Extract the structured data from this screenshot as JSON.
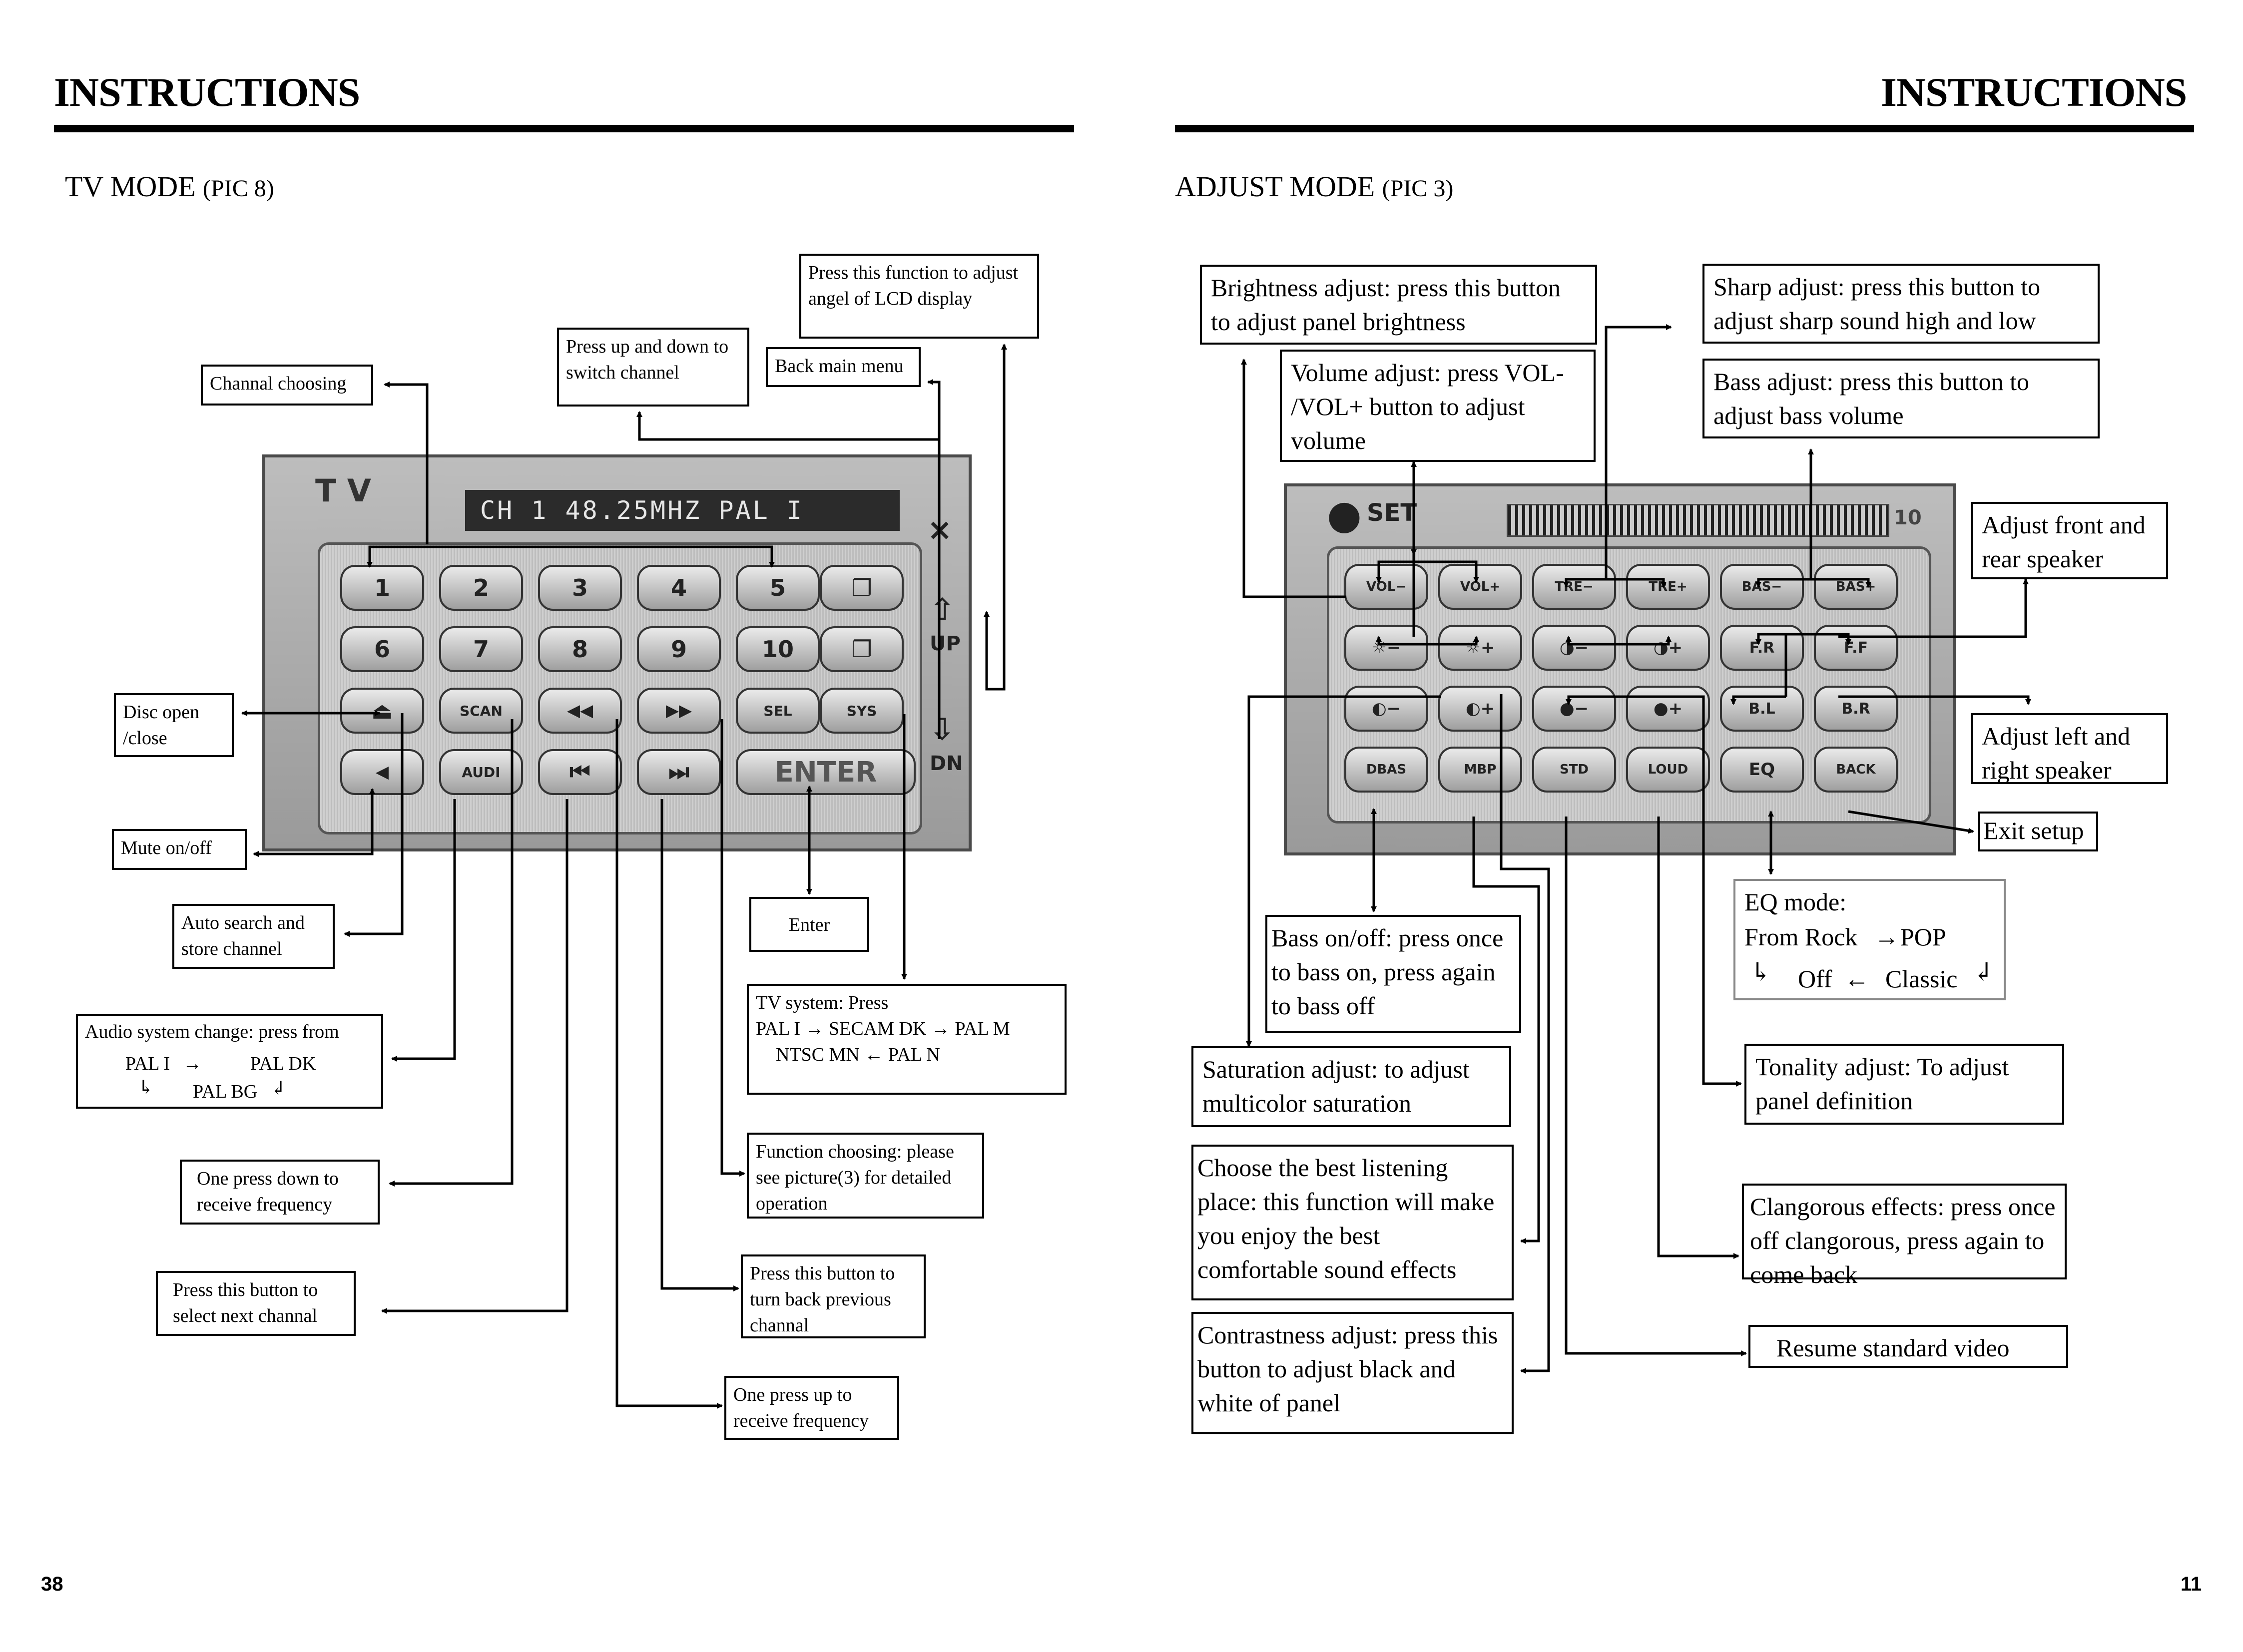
{
  "left_page": {
    "heading": "INSTRUCTIONS",
    "section_title": "TV MODE",
    "section_pic": "(PIC 8)",
    "page_number": "38",
    "screen": {
      "mode_label": "T V",
      "display": "CH  1  48.25MHZ   PAL  I",
      "row1": [
        "1",
        "2",
        "3",
        "4",
        "5",
        "❐"
      ],
      "row2": [
        "6",
        "7",
        "8",
        "9",
        "10",
        "❐"
      ],
      "row3": [
        "⏏",
        "SCAN",
        "◀◀",
        "▶▶",
        "SEL",
        "SYS"
      ],
      "row4": [
        "◀",
        "AUDI",
        "⏮",
        "⏭"
      ],
      "enter": "ENTER",
      "side_up": "UP",
      "side_dn": "DN"
    },
    "callouts": {
      "angle": "Press this function to adjust angel of LCD display",
      "updown": "Press up and down to switch channel",
      "back_main": "Back main menu",
      "channal_choosing": "Channal choosing",
      "disc": "Disc open /close",
      "mute": "Mute on/off",
      "auto_search": "Auto search and store channel",
      "audio_system": "Audio system change: press from",
      "audio_pal_i": "PAL I",
      "audio_pal_dk": "PAL DK",
      "audio_pal_bg": "PAL BG",
      "one_press_down": "One press down to receive frequency",
      "next_channal": "Press this button to select next channal",
      "enter": "Enter",
      "tv_system": "TV system: Press",
      "tv_sys_line1": "PAL I → SECAM DK → PAL M",
      "tv_sys_line2": "NTSC MN ← PAL N",
      "function_choosing": "Function choosing: please see picture(3) for detailed operation",
      "previous_channal": "Press this button to turn back previous channal",
      "one_press_up": "One press up to receive frequency"
    }
  },
  "right_page": {
    "heading": "INSTRUCTIONS",
    "section_title": "ADJUST MODE",
    "section_pic": "(PIC 3)",
    "page_number": "11",
    "screen": {
      "set_label": "SET",
      "level": "10",
      "row1": [
        "VOL−",
        "VOL+",
        "TRE−",
        "TRE+",
        "BAS−",
        "BAS+"
      ],
      "row2": [
        "☼−",
        "☼+",
        "◑−",
        "◑+",
        "F.R",
        "F.F"
      ],
      "row3": [
        "◐−",
        "◐+",
        "●−",
        "●+",
        "B.L",
        "B.R"
      ],
      "row4": [
        "DBAS",
        "MBP",
        "STD",
        "LOUD",
        "EQ",
        "BACK"
      ]
    },
    "callouts": {
      "brightness": "Brightness adjust: press this button to adjust panel brightness",
      "volume": "Volume adjust: press VOL- /VOL+ button to adjust volume",
      "sharp": "Sharp adjust: press this button to adjust sharp sound high and low",
      "bass_adjust": "Bass adjust: press this button to adjust bass volume",
      "front_rear": "Adjust front and rear speaker",
      "left_right": "Adjust left and right speaker",
      "exit_setup": "Exit setup",
      "eq_mode": "EQ mode:",
      "eq_from": "From Rock",
      "eq_pop": "POP",
      "eq_off": "Off",
      "eq_classic": "Classic",
      "bass_onoff": "Bass on/off: press once to bass on, press again to bass off",
      "saturation": "Saturation adjust: to adjust multicolor saturation",
      "tonality": "Tonality adjust: To adjust panel definition",
      "listening": "Choose the best listening place: this function will make you enjoy the  best comfortable sound effects",
      "clangorous": "Clangorous effects: press once off clangorous, press again to come back",
      "contrastness": "Contrastness adjust: press this button to adjust black and white of panel",
      "resume": "Resume standard video"
    }
  }
}
